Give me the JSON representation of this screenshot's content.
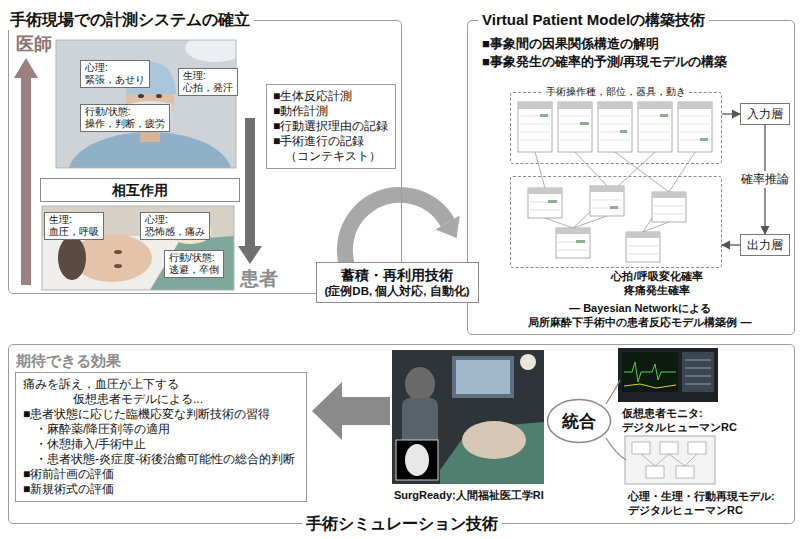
{
  "diagram": {
    "nodes": [
      {
        "text": [
          "手術現場での計測システムの確立"
        ]
      },
      {
        "text": [
          "心理:",
          "緊張，あせり"
        ],
        "in": 0
      },
      {
        "text": [
          "生理:",
          "心拍，発汗"
        ],
        "in": 0
      },
      {
        "text": [
          "行動/状態:",
          "操作，判断，疲労"
        ],
        "in": 0
      },
      {
        "text": [
          "相互作用"
        ],
        "in": 0
      },
      {
        "text": [
          "生理:",
          "血圧，呼吸"
        ],
        "in": 0
      },
      {
        "text": [
          "心理:",
          "恐怖感，痛み"
        ],
        "in": 0
      },
      {
        "text": [
          "行動/状態:",
          "逃避，卒倒"
        ],
        "in": 0
      },
      {
        "text": [
          "■生体反応計測",
          "■動作計測",
          "■行動選択理由の記録",
          "■手術進行の記録 （コンテキスト）"
        ],
        "in": 0
      },
      {
        "text": [
          "Virtual Patient Modelの構築技術",
          "■事象間の因果関係構造の解明",
          "■事象発生の確率的予測/再現モデルの構築"
        ]
      },
      {
        "text": [
          "手術操作種，部位，器具，動き"
        ],
        "in": 9
      },
      {
        "text": [
          "心拍/呼吸変化確率 疼痛発生確率"
        ],
        "in": 9
      },
      {
        "text": [
          "入力層"
        ],
        "in": 9
      },
      {
        "text": [
          "出力層"
        ],
        "in": 9
      },
      {
        "text": [
          "蓄積・再利用技術",
          "(症例DB, 個人対応, 自動化)"
        ]
      },
      {
        "text": [
          "手術シミュレーション技術"
        ]
      },
      {
        "text": [
          "期待できる効果",
          "痛みを訴え，血圧が上下する 仮想患者モデルによる...",
          "■患者状態に応じた臨機応変な判断技術の習得",
          "・麻酔薬/降圧剤等の適用",
          "・休憩挿入/手術中止",
          "・患者状態-炎症度-術後治癒可能性の総合的判断",
          "■術前計画の評価",
          "■新規術式の評価"
        ],
        "in": 15
      },
      {
        "text": [
          "統合"
        ],
        "in": 15
      }
    ],
    "edges": [
      {
        "from": 10,
        "to": 12,
        "arrow": "to"
      },
      {
        "from": 12,
        "to": 13,
        "label": "確率推論",
        "arrow": "to"
      },
      {
        "from": 13,
        "to": 11,
        "arrow": "to"
      }
    ],
    "labels": [
      "医師",
      "患者",
      "— Bayesian Networkによる 局所麻酔下手術中の患者反応モデル構築例 —",
      "SurgReady:人間福祉医工学RI",
      "仮想患者モニタ: デジタルヒューマンRC",
      "心理・生理・行動再現モデル: デジタルヒューマンRC"
    ]
  }
}
